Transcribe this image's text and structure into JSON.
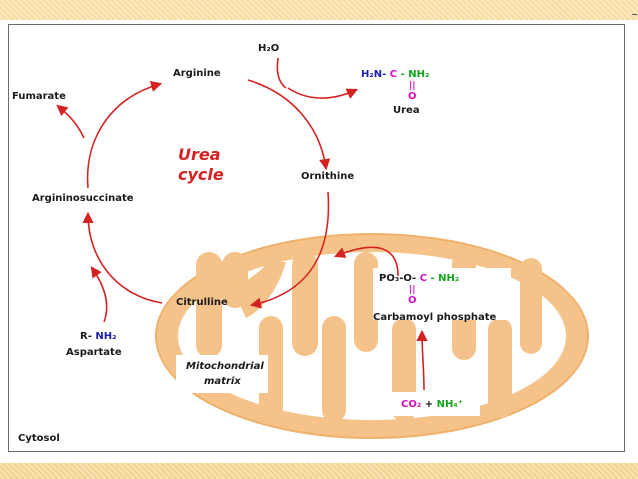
{
  "labels": {
    "h2o": "H₂O",
    "arginine": "Arginine",
    "fumarate": "Fumarate",
    "urea_title_1": "Urea",
    "urea_title_2": "cycle",
    "ornithine": "Ornithine",
    "argininosuccinate": "Argininosuccinate",
    "citrulline": "Citrulline",
    "aspartate_group": "R- NH₂",
    "aspartate": "Aspartate",
    "mito_1": "Mitochondrial",
    "mito_2": "matrix",
    "cytosol": "Cytosol",
    "carbamoyl_phosphate": "Carbamoyl phosphate",
    "urea": "Urea"
  },
  "urea_formula": {
    "left": "H₂N-",
    "c": "C",
    "dash": "-",
    "right": "NH₂",
    "o": "O"
  },
  "carbamoyl_formula": {
    "po3": "PO₃-O-",
    "c": "C",
    "dash": "-",
    "nh2": "NH₂",
    "o": "O"
  },
  "inputs": {
    "co2": "CO₂",
    "plus": "+",
    "nh4": "NH₄⁺"
  },
  "colors": {
    "arrow": "#d42222",
    "mitochondrion": "#f5c389",
    "text_blue": "#1c1fa8",
    "text_green": "#12a51c",
    "text_magenta": "#d10fbf"
  }
}
